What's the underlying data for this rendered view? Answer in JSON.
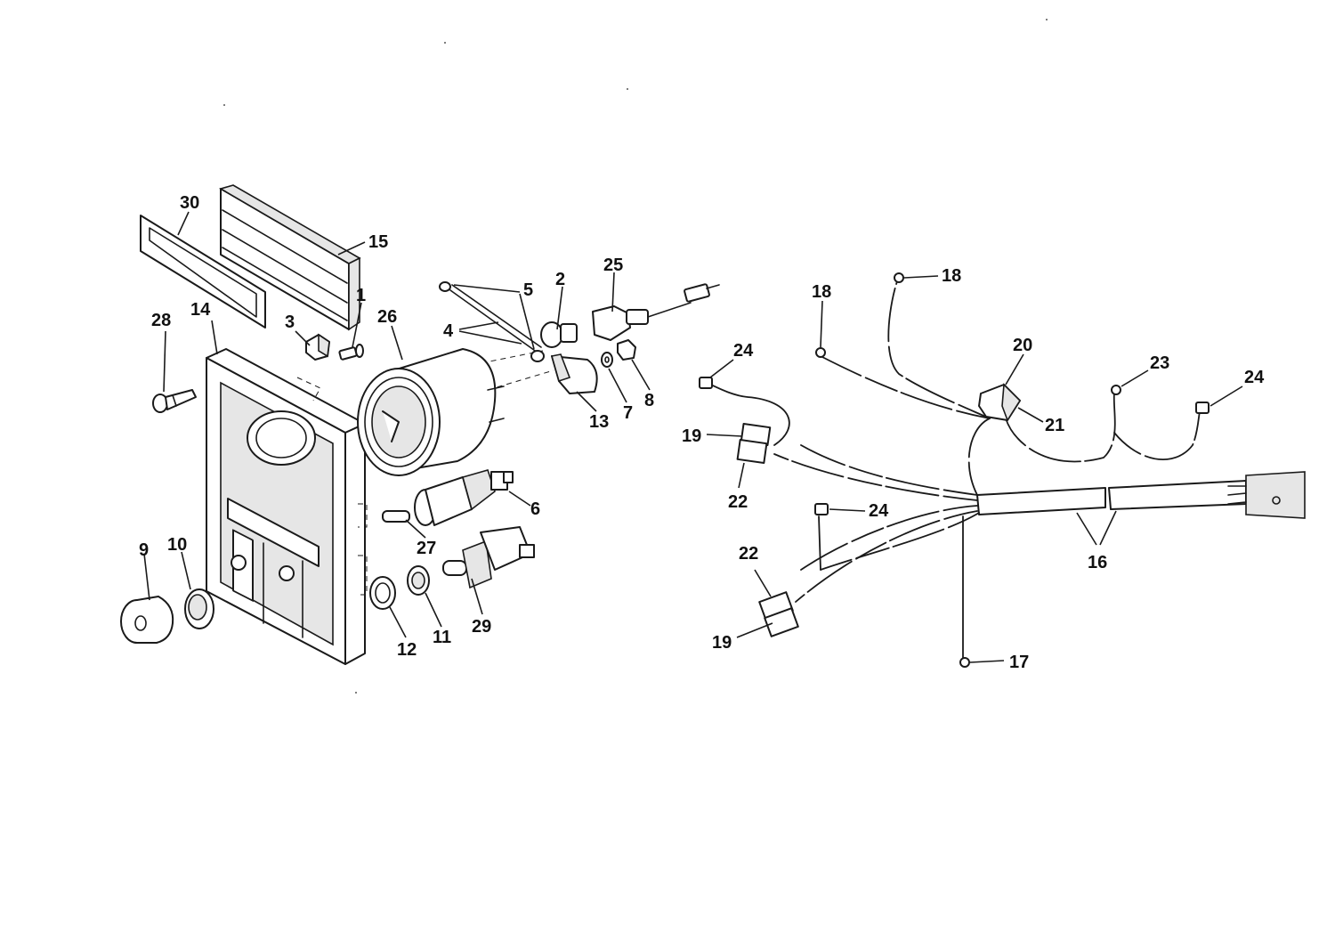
{
  "diagram": {
    "callouts": [
      {
        "id": "c30",
        "text": "30"
      },
      {
        "id": "c15",
        "text": "15"
      },
      {
        "id": "c28",
        "text": "28"
      },
      {
        "id": "c14",
        "text": "14"
      },
      {
        "id": "c3",
        "text": "3"
      },
      {
        "id": "c1",
        "text": "1"
      },
      {
        "id": "c26",
        "text": "26"
      },
      {
        "id": "c5",
        "text": "5"
      },
      {
        "id": "c4",
        "text": "4"
      },
      {
        "id": "c2",
        "text": "2"
      },
      {
        "id": "c25",
        "text": "25"
      },
      {
        "id": "c13",
        "text": "13"
      },
      {
        "id": "c7",
        "text": "7"
      },
      {
        "id": "c8",
        "text": "8"
      },
      {
        "id": "c6",
        "text": "6"
      },
      {
        "id": "c27",
        "text": "27"
      },
      {
        "id": "c29",
        "text": "29"
      },
      {
        "id": "c9",
        "text": "9"
      },
      {
        "id": "c10",
        "text": "10"
      },
      {
        "id": "c12",
        "text": "12"
      },
      {
        "id": "c11",
        "text": "11"
      },
      {
        "id": "c18a",
        "text": "18"
      },
      {
        "id": "c18b",
        "text": "18"
      },
      {
        "id": "c24a",
        "text": "24"
      },
      {
        "id": "c20",
        "text": "20"
      },
      {
        "id": "c21",
        "text": "21"
      },
      {
        "id": "c23",
        "text": "23"
      },
      {
        "id": "c24b",
        "text": "24"
      },
      {
        "id": "c19a",
        "text": "19"
      },
      {
        "id": "c22a",
        "text": "22"
      },
      {
        "id": "c24c",
        "text": "24"
      },
      {
        "id": "c16",
        "text": "16"
      },
      {
        "id": "c22b",
        "text": "22"
      },
      {
        "id": "c19b",
        "text": "19"
      },
      {
        "id": "c17",
        "text": "17"
      }
    ]
  }
}
